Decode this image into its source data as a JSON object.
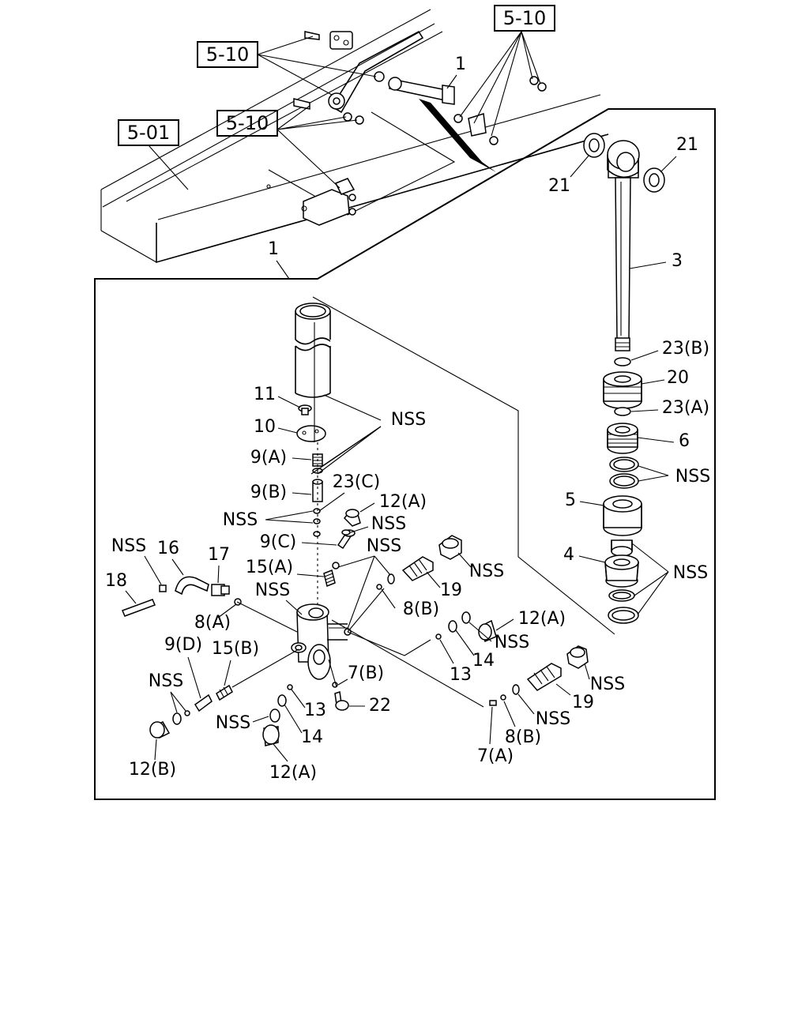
{
  "references": {
    "r510_a": "5-10",
    "r510_b": "5-10",
    "r510_c": "5-10",
    "r501": "5-01"
  },
  "labels": {
    "l1_top": "1",
    "l1_frame": "1",
    "l21_left": "21",
    "l21_right": "21",
    "l3": "3",
    "l23b": "23(B)",
    "l20": "20",
    "l23a": "23(A)",
    "l6": "6",
    "nss_6": "NSS",
    "l5": "5",
    "l4": "4",
    "nss_4": "NSS",
    "l11": "11",
    "l10": "10",
    "nss_10": "NSS",
    "l9a": "9(A)",
    "l9b": "9(B)",
    "l23c": "23(C)",
    "nss_9b": "NSS",
    "l12a_top": "12(A)",
    "nss_12a_top": "NSS",
    "l9c": "9(C)",
    "nss_valve": "NSS",
    "nss_18": "NSS",
    "l16": "16",
    "l17": "17",
    "l18": "18",
    "l15a": "15(A)",
    "nss_body": "NSS",
    "l19_top": "19",
    "nss_19_top": "NSS",
    "l8a": "8(A)",
    "l8b_top": "8(B)",
    "l12a_mid": "12(A)",
    "nss_12a_mid": "NSS",
    "l14_right": "14",
    "l13_right": "13",
    "l9d": "9(D)",
    "l15b": "15(B)",
    "l7b": "7(B)",
    "nss_9d": "NSS",
    "l13_left": "13",
    "l22": "22",
    "nss_14": "NSS",
    "l14_left": "14",
    "l12b": "12(B)",
    "l12a_bottom": "12(A)",
    "nss_19_bottom": "NSS",
    "l19_bottom": "19",
    "nss_8b": "NSS",
    "l8b_bottom": "8(B)",
    "l7a": "7(A)"
  }
}
